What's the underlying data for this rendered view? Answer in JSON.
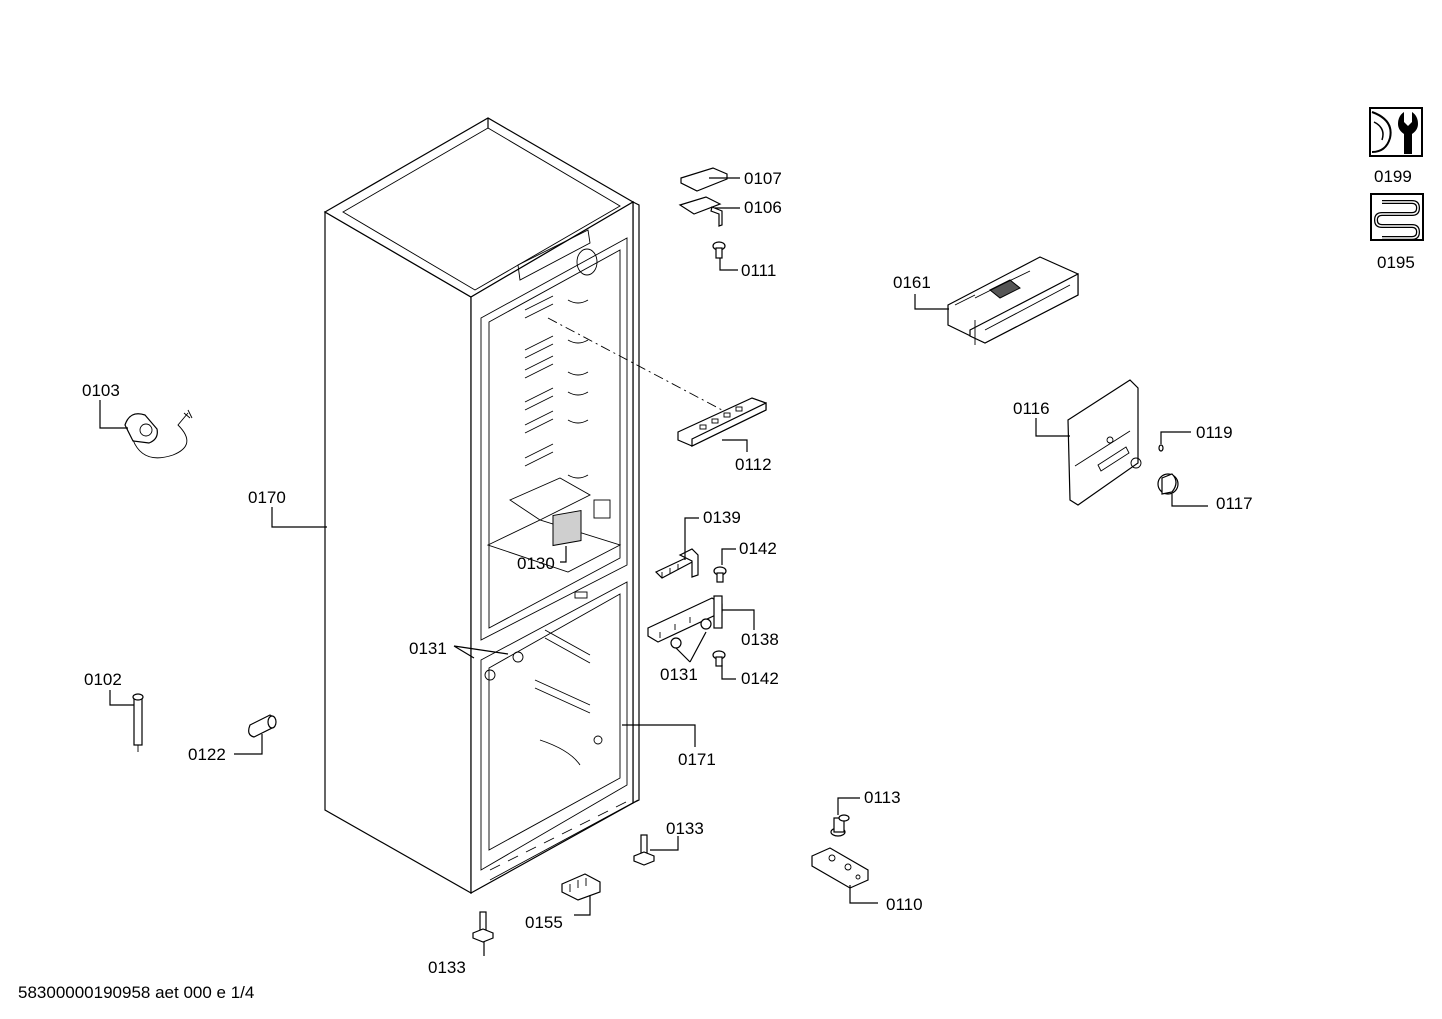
{
  "callouts": [
    {
      "id": "0107",
      "text": "0107"
    },
    {
      "id": "0106",
      "text": "0106"
    },
    {
      "id": "0111",
      "text": "0111"
    },
    {
      "id": "0161",
      "text": "0161"
    },
    {
      "id": "0103",
      "text": "0103"
    },
    {
      "id": "0112",
      "text": "0112"
    },
    {
      "id": "0116",
      "text": "0116"
    },
    {
      "id": "0119",
      "text": "0119"
    },
    {
      "id": "0117",
      "text": "0117"
    },
    {
      "id": "0170",
      "text": "0170"
    },
    {
      "id": "0139",
      "text": "0139"
    },
    {
      "id": "0142a",
      "text": "0142"
    },
    {
      "id": "0130",
      "text": "0130"
    },
    {
      "id": "0138",
      "text": "0138"
    },
    {
      "id": "0131a",
      "text": "0131"
    },
    {
      "id": "0131b",
      "text": "0131"
    },
    {
      "id": "0142b",
      "text": "0142"
    },
    {
      "id": "0102",
      "text": "0102"
    },
    {
      "id": "0122",
      "text": "0122"
    },
    {
      "id": "0171",
      "text": "0171"
    },
    {
      "id": "0113",
      "text": "0113"
    },
    {
      "id": "0133a",
      "text": "0133"
    },
    {
      "id": "0110",
      "text": "0110"
    },
    {
      "id": "0155",
      "text": "0155"
    },
    {
      "id": "0133b",
      "text": "0133"
    },
    {
      "id": "0199",
      "text": "0199"
    },
    {
      "id": "0195",
      "text": "0195"
    }
  ],
  "icons": [
    {
      "id": "0199",
      "icon": "service-wrench-icon"
    },
    {
      "id": "0195",
      "icon": "refrigerant-coil-icon"
    }
  ],
  "footer": "58300000190958 aet 000 e 1/4"
}
